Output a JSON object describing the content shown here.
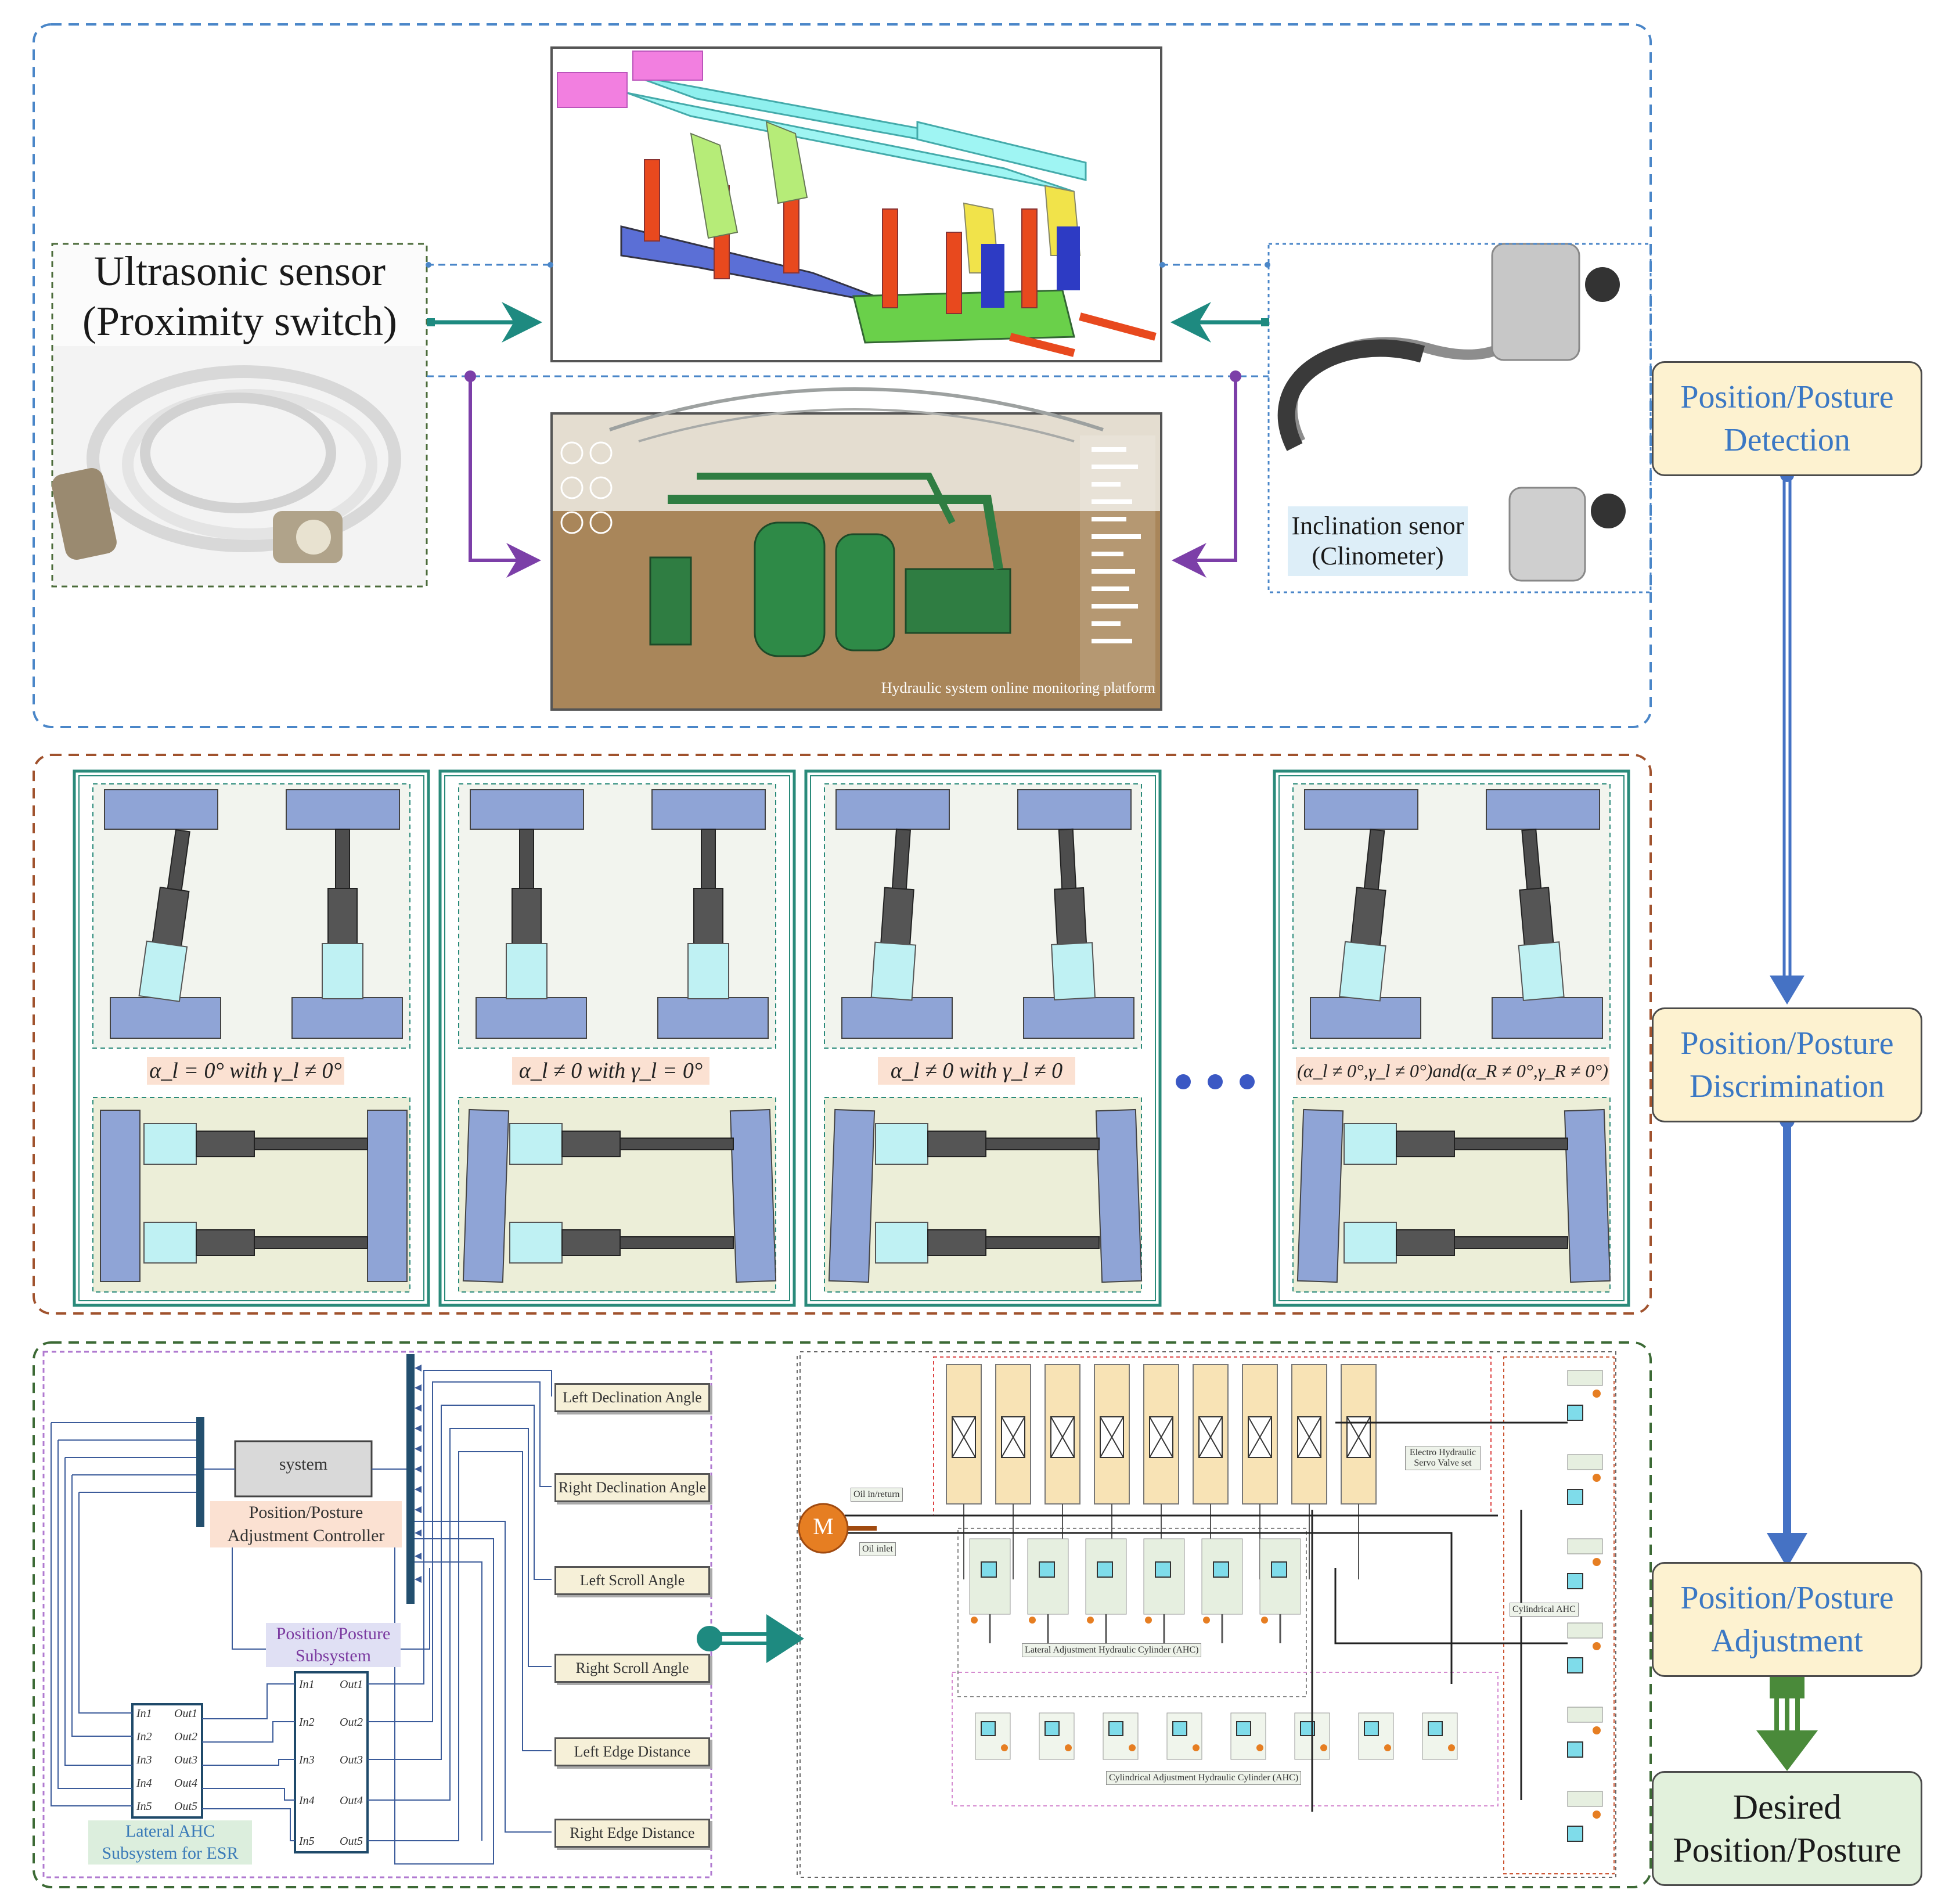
{
  "sensors": {
    "ultrasonic_label_line1": "Ultrasonic sensor",
    "ultrasonic_label_line2": "(Proximity switch)",
    "clinometer_label_line1": "Inclination senor",
    "clinometer_label_line2": "(Clinometer)"
  },
  "monitoring_caption": "Hydraulic system online monitoring platform",
  "flow": {
    "detection_line1": "Position/Posture",
    "detection_line2": "Detection",
    "discrimination_line1": "Position/Posture",
    "discrimination_line2": "Discrimination",
    "adjustment_line1": "Position/Posture",
    "adjustment_line2": "Adjustment",
    "desired_line1": "Desired",
    "desired_line2": "Position/Posture"
  },
  "conditions": [
    "α_l = 0° with γ_l ≠ 0°",
    "α_l ≠ 0 with γ_l = 0°",
    "α_l ≠ 0 with γ_l ≠ 0",
    "(α_l ≠ 0°,γ_l ≠ 0°)and(α_R ≠ 0°,γ_R ≠ 0°)"
  ],
  "controller": {
    "system_block": "system",
    "label_line1": "Position/Posture",
    "label_line2": "Adjustment Controller",
    "subsystem_line1": "Position/Posture",
    "subsystem_line2": "Subsystem",
    "lateral_line1": "Lateral AHC",
    "lateral_line2": "Subsystem for ESR",
    "in_ports": [
      "In1",
      "In2",
      "In3",
      "In4",
      "In5"
    ],
    "out_ports": [
      "Out1",
      "Out2",
      "Out3",
      "Out4",
      "Out5"
    ]
  },
  "signals": [
    "Left Declination Angle",
    "Right Declination Angle",
    "Left Scroll Angle",
    "Right Scroll Angle",
    "Left Edge Distance",
    "Right Edge Distance"
  ],
  "hydraulic": {
    "motor": "M",
    "oil_in": "Oil in/return",
    "oil_out": "Oil inlet",
    "servo_label": "Electro Hydraulic Servo Valve set",
    "lateral_cyl": "Lateral Adjustment Hydraulic Cylinder (AHC)",
    "cylindrical_cyl": "Cylindrical Adjustment Hydraulic Cylinder (AHC)",
    "cyl_ahc": "Cylindrical AHC"
  },
  "colors": {
    "blue_dash": "#4a86c8",
    "brown_dash": "#a0522d",
    "green_dash": "#3c6a35",
    "teal_arrow": "#1e8a80",
    "purple_arrow": "#7c3fa8",
    "flow_arrow": "#4572c4",
    "box_fill": "#f8e3b5",
    "block": "#8fa4d6",
    "cyl": "#bff1f3"
  }
}
